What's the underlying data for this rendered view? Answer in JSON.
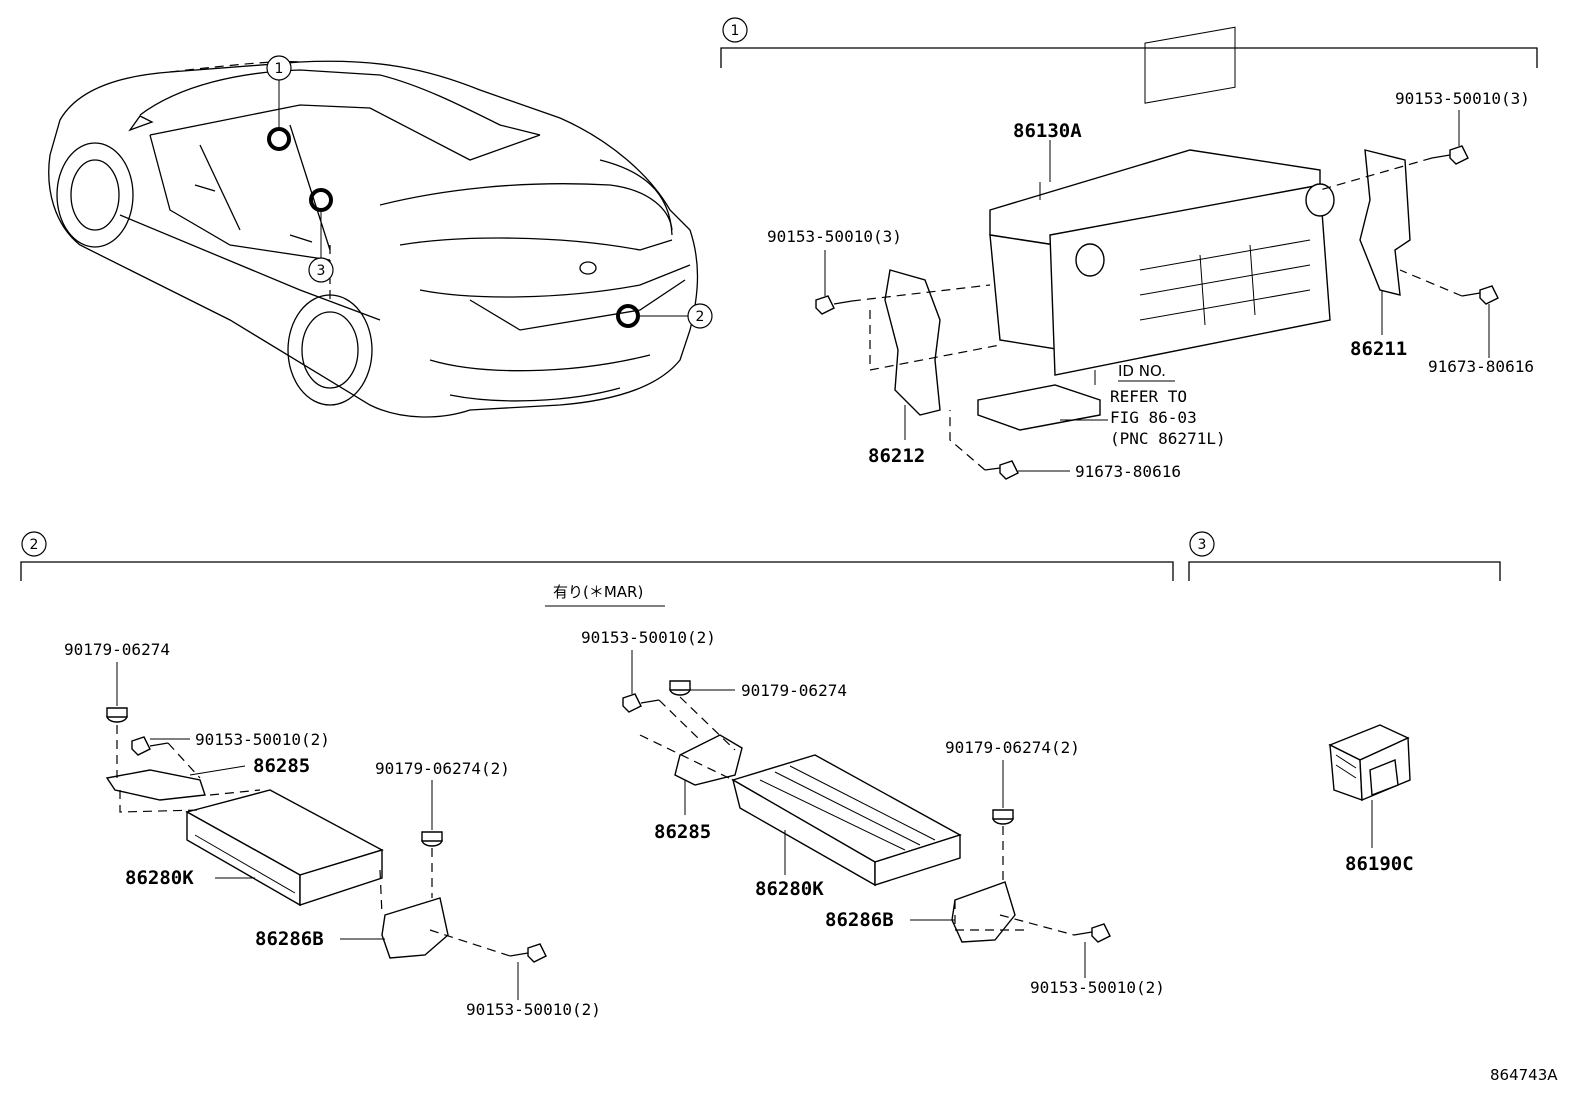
{
  "section_markers": {
    "one": "1",
    "two": "2",
    "three": "3"
  },
  "car_callouts": [
    "1",
    "2",
    "3"
  ],
  "section1": {
    "head_unit": "86130A",
    "screw_right": "90153-50010(3)",
    "screw_left": "90153-50010(3)",
    "bracket_right": "86211",
    "bracket_left": "86212",
    "bolt_right": "91673-80616",
    "bolt_bottom": "91673-80616",
    "id_no": "ID NO.",
    "refer_lines": [
      "REFER TO",
      "FIG 86-03",
      "(PNC 86271L)"
    ]
  },
  "section2": {
    "variant_note": "有り(＊MAR)",
    "left": {
      "nut_top": "90179-06274",
      "screw_top": "90153-50010(2)",
      "bracket_top": "86285",
      "amplifier": "86280K",
      "nut_right": "90179-06274(2)",
      "bracket_bottom": "86286B",
      "screw_bottom": "90153-50010(2)"
    },
    "right": {
      "screw_top": "90153-50010(2)",
      "nut_top": "90179-06274",
      "bracket_top": "86285",
      "amplifier": "86280K",
      "nut_right": "90179-06274(2)",
      "bracket_bottom": "86286B",
      "screw_bottom": "90153-50010(2)"
    }
  },
  "section3": {
    "module": "86190C"
  },
  "figure_id": "864743A"
}
